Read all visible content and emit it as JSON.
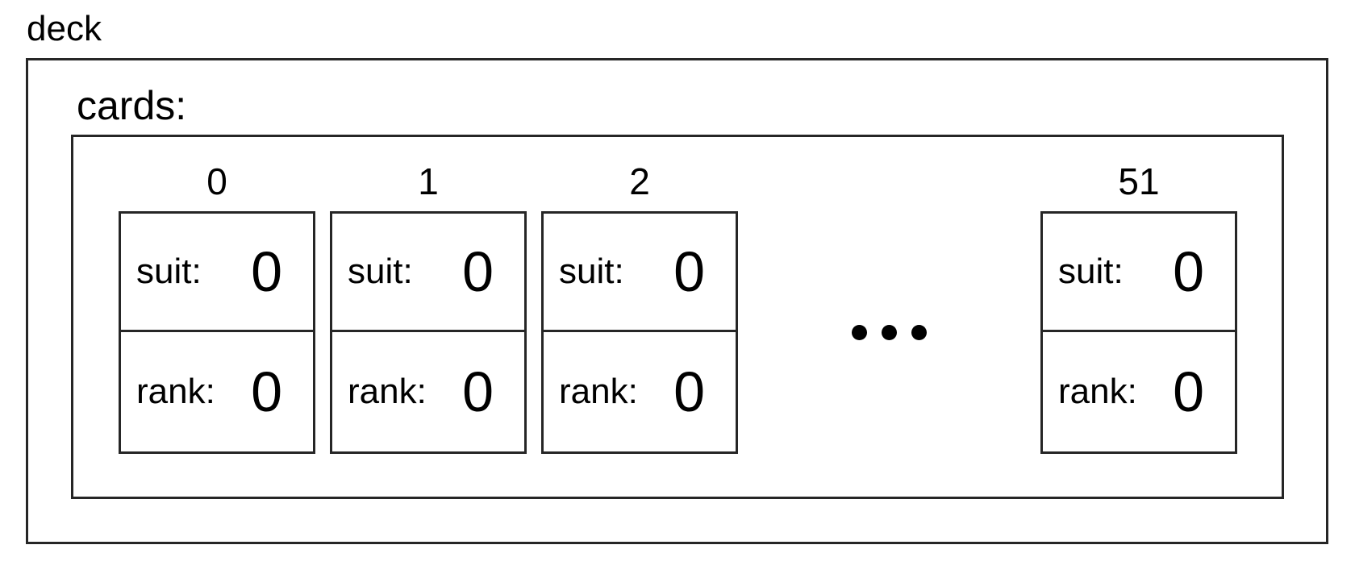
{
  "diagram": {
    "title": "deck",
    "collection_label": "cards:"
  },
  "cards": {
    "items": [
      {
        "index": "0",
        "suit_label": "suit:",
        "suit_value": "0",
        "rank_label": "rank:",
        "rank_value": "0"
      },
      {
        "index": "1",
        "suit_label": "suit:",
        "suit_value": "0",
        "rank_label": "rank:",
        "rank_value": "0"
      },
      {
        "index": "2",
        "suit_label": "suit:",
        "suit_value": "0",
        "rank_label": "rank:",
        "rank_value": "0"
      },
      {
        "index": "51",
        "suit_label": "suit:",
        "suit_value": "0",
        "rank_label": "rank:",
        "rank_value": "0"
      }
    ],
    "ellipsis_dots": 3
  },
  "colors": {
    "background": "#ffffff",
    "line": "#262626",
    "text": "#000000",
    "dot": "#000000"
  }
}
